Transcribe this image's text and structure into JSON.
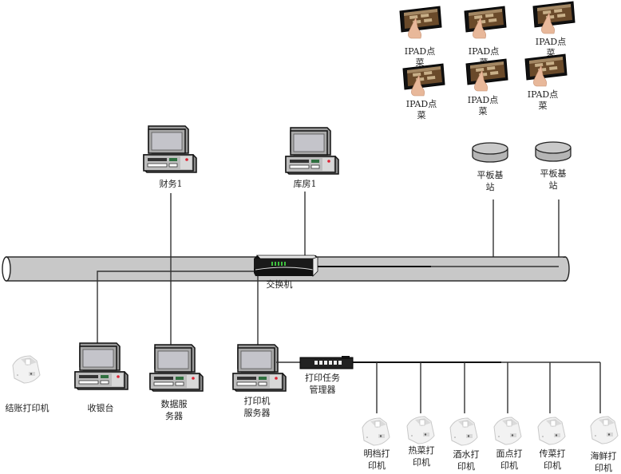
{
  "diagram": {
    "title": "",
    "backbone": {
      "label": ""
    },
    "switch": {
      "label": "交换机"
    },
    "top_pcs": [
      {
        "id": "finance",
        "label": "财务1"
      },
      {
        "id": "warehouse",
        "label": "库房1"
      }
    ],
    "base_stations": [
      {
        "id": "bs1",
        "label_line1": "平板基",
        "label_line2": "站"
      },
      {
        "id": "bs2",
        "label_line1": "平板基",
        "label_line2": "站"
      }
    ],
    "ipads": [
      {
        "id": "ipad1",
        "label_line1": "IPAD点",
        "label_line2": "菜"
      },
      {
        "id": "ipad2",
        "label_line1": "IPAD点",
        "label_line2": "菜"
      },
      {
        "id": "ipad3",
        "label_line1": "IPAD点",
        "label_line2": "菜"
      },
      {
        "id": "ipad4",
        "label_line1": "IPAD点",
        "label_line2": "菜"
      },
      {
        "id": "ipad5",
        "label_line1": "IPAD点",
        "label_line2": "菜"
      },
      {
        "id": "ipad6",
        "label_line1": "IPAD点",
        "label_line2": "菜"
      }
    ],
    "checkout_printer": {
      "label": "结账打印机"
    },
    "bottom_pcs": [
      {
        "id": "cashier",
        "label_line1": "收银台",
        "label_line2": ""
      },
      {
        "id": "data-server",
        "label_line1": "数据服",
        "label_line2": "务器"
      },
      {
        "id": "print-server",
        "label_line1": "打印机",
        "label_line2": "服务器"
      }
    ],
    "print_manager": {
      "label_line1": "打印任务",
      "label_line2": "管理器"
    },
    "kitchen_printers": [
      {
        "id": "p1",
        "label_line1": "明档打",
        "label_line2": "印机"
      },
      {
        "id": "p2",
        "label_line1": "热菜打",
        "label_line2": "印机"
      },
      {
        "id": "p3",
        "label_line1": "酒水打",
        "label_line2": "印机"
      },
      {
        "id": "p4",
        "label_line1": "面点打",
        "label_line2": "印机"
      },
      {
        "id": "p5",
        "label_line1": "传菜打",
        "label_line2": "印机"
      },
      {
        "id": "p6",
        "label_line1": "海鲜打",
        "label_line2": "印机"
      }
    ],
    "colors": {
      "backbone_fill": "#c8c8c8",
      "device_gray": "#c0c0c0",
      "screen_gray": "#b8b8bc",
      "switch_led": "#3fbf3f",
      "line": "#333333"
    }
  }
}
